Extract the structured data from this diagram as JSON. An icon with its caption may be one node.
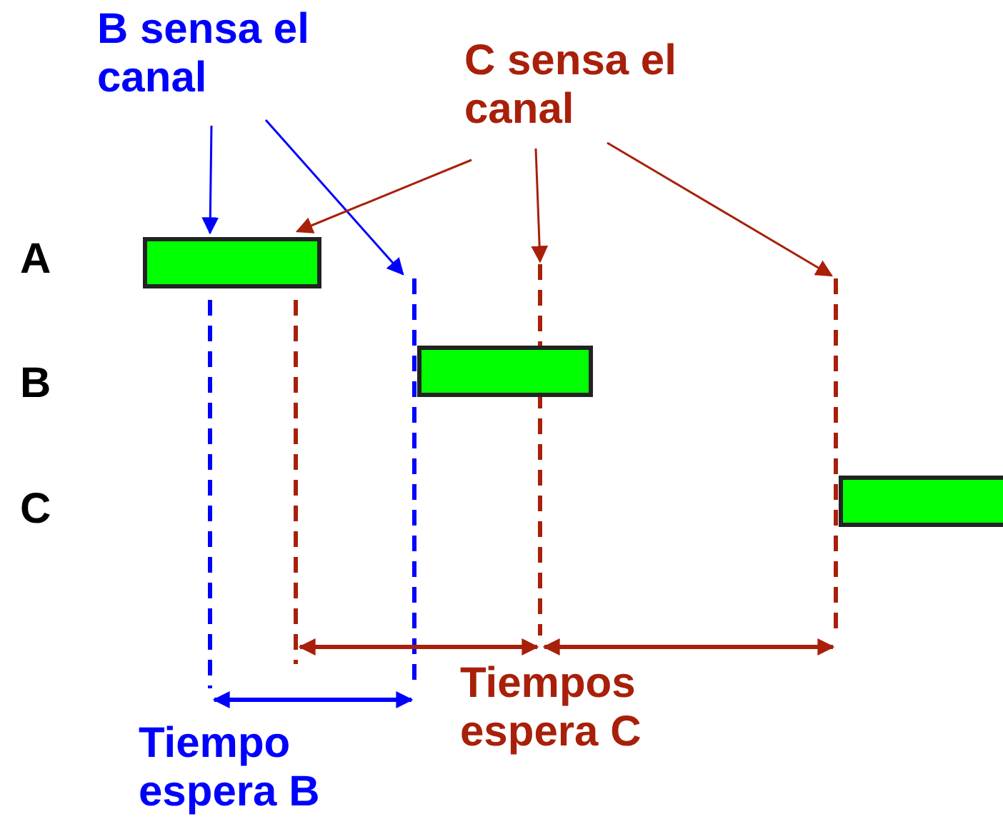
{
  "diagram": {
    "nodes": [
      {
        "text": [
          "B sensa el canal"
        ]
      },
      {
        "text": [
          "C sensa el canal"
        ]
      },
      {
        "text": [],
        "shape": "bar"
      },
      {
        "text": [],
        "shape": "bar"
      },
      {
        "text": [],
        "shape": "bar"
      }
    ],
    "edges": [
      {
        "from": 0,
        "to": 2,
        "arrow": "to",
        "color": "#0000ff"
      },
      {
        "from": 0,
        "to": null,
        "arrow": "to",
        "color": "#0000ff"
      },
      {
        "from": 1,
        "to": 2,
        "arrow": "to"
      },
      {
        "from": 1,
        "to": null,
        "arrow": "to"
      },
      {
        "from": 1,
        "to": null,
        "arrow": "to"
      }
    ],
    "labels": [
      "A",
      "B",
      "C",
      "Tiempos espera C",
      "Tiempo espera B"
    ]
  }
}
